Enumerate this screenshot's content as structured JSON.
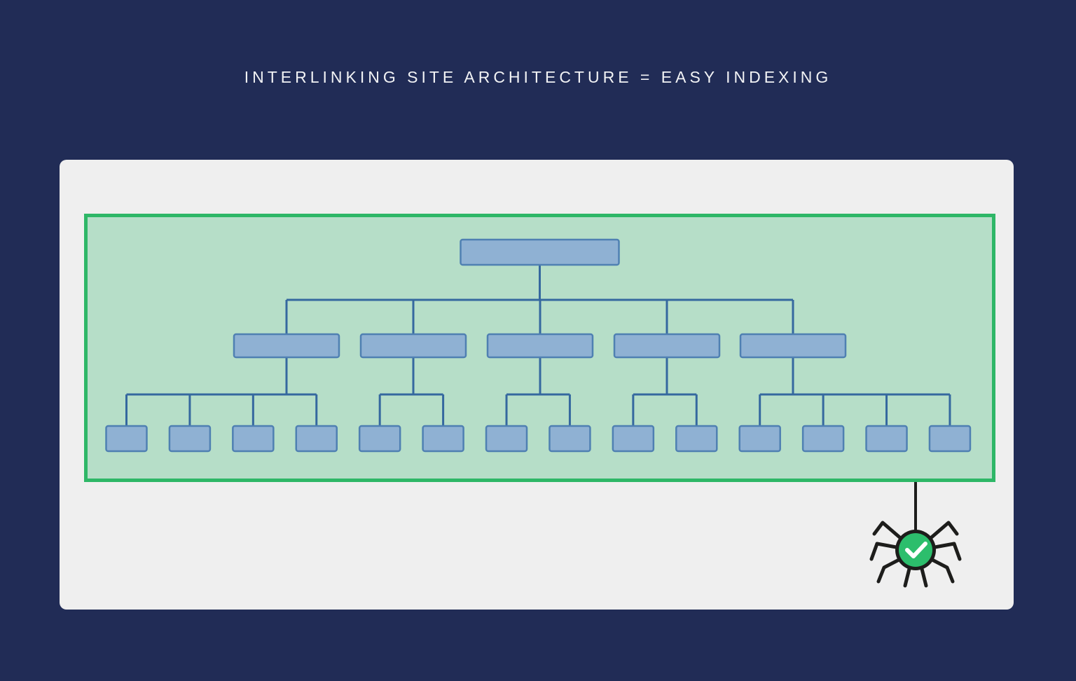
{
  "title": "INTERLINKING SITE ARCHITECTURE = EASY INDEXING",
  "colors": {
    "background": "#212c56",
    "title_text": "#f2f3f5",
    "card": "#efefef",
    "site_fill": "#b6dec8",
    "site_border": "#2eb767",
    "node_fill": "#8fb1d3",
    "node_border": "#4f80b2",
    "connector": "#35689f",
    "spider": "#1d1d1b",
    "check_circle": "#2cbe6c",
    "check_mark": "#ffffff"
  },
  "diagram": {
    "levels": 3,
    "node_counts": {
      "homepage": 1,
      "categories": 5,
      "pages": 14
    },
    "branches": [
      {
        "leaf_count": 4
      },
      {
        "leaf_count": 2
      },
      {
        "leaf_count": 2
      },
      {
        "leaf_count": 2
      },
      {
        "leaf_count": 4
      }
    ]
  },
  "icons": {
    "spider": "spider-crawler-icon",
    "check": "check-icon"
  }
}
